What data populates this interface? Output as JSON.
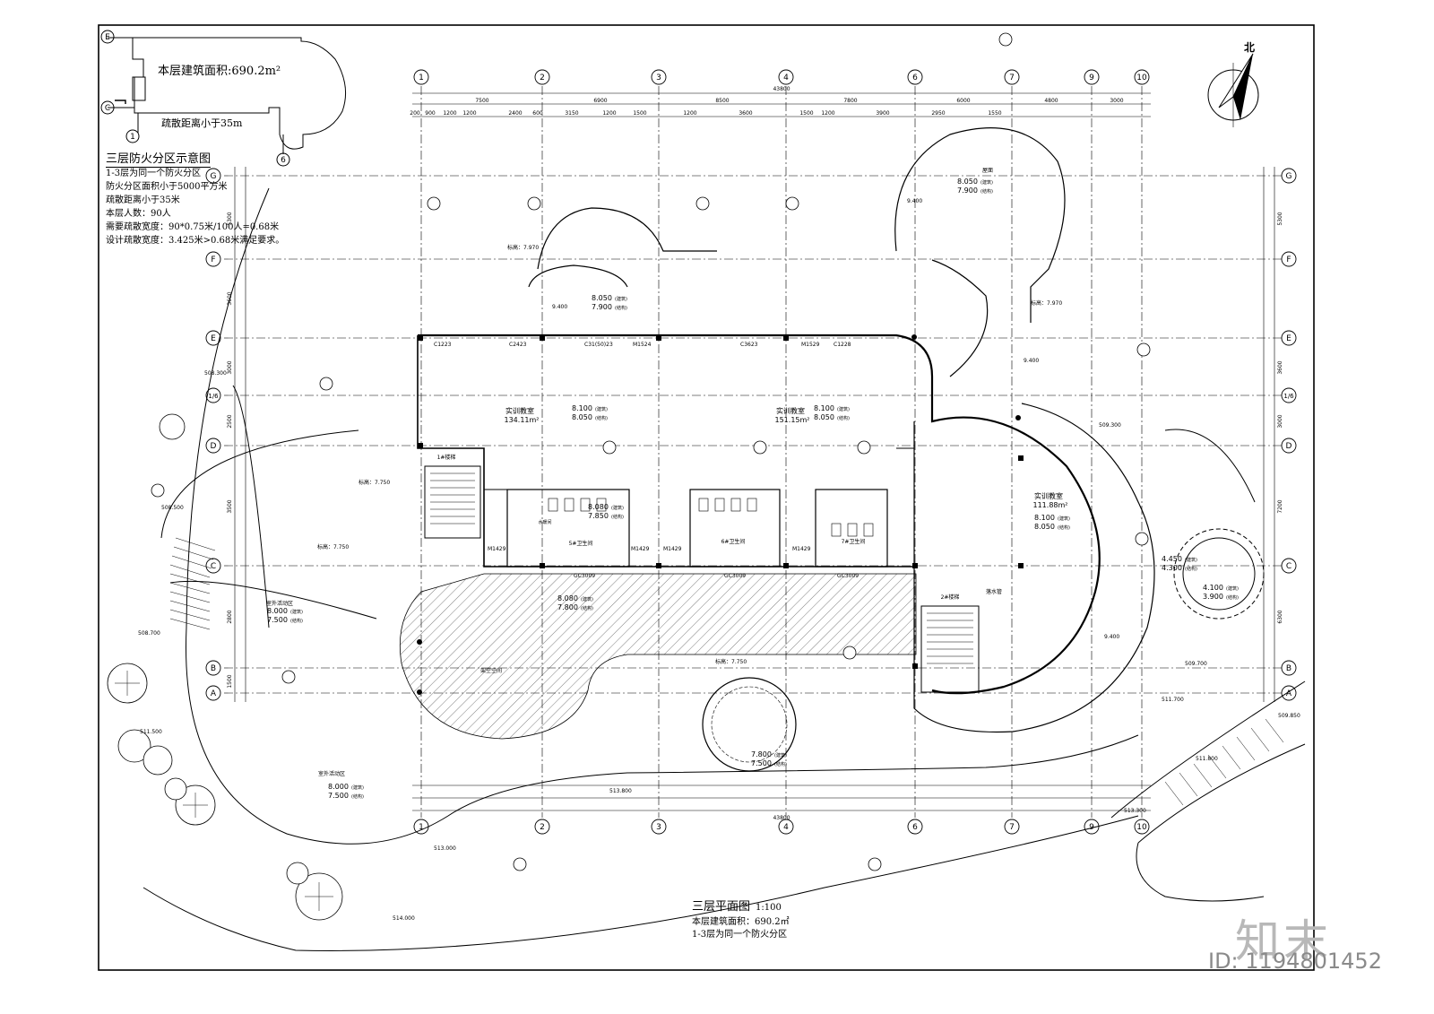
{
  "key_plan": {
    "area_label": "本层建筑面积:690.2m²",
    "distance_label": "疏散距离小于35m",
    "axes": [
      "E",
      "C",
      "1",
      "6"
    ]
  },
  "fire_legend": {
    "title": "三层防火分区示意图",
    "notes": [
      "1-3层为同一个防火分区",
      "防火分区面积小于5000平方米",
      "疏散距离小于35米",
      "本层人数：90人",
      "需要疏散宽度：90*0.75米/100人=0.68米",
      "设计疏散宽度：3.425米>0.68米满足要求。"
    ]
  },
  "north": "北",
  "grid": {
    "columns": [
      "1",
      "2",
      "3",
      "4",
      "6",
      "7",
      "9",
      "10"
    ],
    "rows": [
      "G",
      "F",
      "E",
      "1/6",
      "D",
      "C",
      "B",
      "A"
    ],
    "top_dims_lvl1": [
      "7500",
      "6900",
      "8500",
      "7800",
      "6000",
      "4800",
      "3000"
    ],
    "total_width": "43800",
    "top_dims_lvl2": [
      "200",
      "900",
      "1200",
      "1200",
      "2400",
      "600",
      "3150",
      "1200",
      "1500",
      "1200",
      "3600",
      "1500",
      "1200",
      "3900",
      "2950",
      "1550"
    ],
    "left_dims": [
      "5300",
      "3600",
      "3000",
      "2500",
      "3500",
      "2800",
      "1500"
    ],
    "right_dims": [
      "5300",
      "3600",
      "3000",
      "7200",
      "6300"
    ]
  },
  "rooms": [
    {
      "name": "实训教室",
      "area": "134.11m²"
    },
    {
      "name": "实训教室",
      "area": "151.15m²"
    },
    {
      "name": "实训教室",
      "area": "111.88m²"
    },
    {
      "name": "5#卫生间"
    },
    {
      "name": "6#卫生间"
    },
    {
      "name": "7#卫生间"
    },
    {
      "name": "1#楼梯"
    },
    {
      "name": "2#楼梯"
    },
    {
      "name": "室外活动区"
    },
    {
      "name": "室外活动区"
    },
    {
      "name": "架空空间"
    },
    {
      "name": "屋面"
    },
    {
      "name": "水暖间"
    }
  ],
  "elevations": [
    {
      "arch": "8.100",
      "struct": "8.050",
      "tag_a": "(建筑)",
      "tag_b": "(结构)"
    },
    {
      "arch": "8.100",
      "struct": "8.050",
      "tag_a": "(建筑)",
      "tag_b": "(结构)"
    },
    {
      "arch": "8.100",
      "struct": "8.050",
      "tag_a": "(建筑)",
      "tag_b": "(结构)"
    },
    {
      "arch": "8.050",
      "struct": "7.900",
      "tag_a": "(建筑)",
      "tag_b": "(结构)"
    },
    {
      "arch": "8.050",
      "struct": "7.900",
      "tag_a": "(建筑)",
      "tag_b": "(结构)"
    },
    {
      "arch": "8.080",
      "struct": "7.850",
      "tag_a": "(建筑)",
      "tag_b": "(结构)"
    },
    {
      "arch": "8.080",
      "struct": "7.800",
      "tag_a": "(建筑)",
      "tag_b": "(结构)"
    },
    {
      "arch": "8.000",
      "struct": "7.500",
      "tag_a": "(建筑)",
      "tag_b": "(结构)"
    },
    {
      "arch": "8.000",
      "struct": "7.500",
      "tag_a": "(建筑)",
      "tag_b": "(结构)"
    },
    {
      "arch": "7.800",
      "struct": "7.500",
      "tag_a": "(建筑)",
      "tag_b": "(结构)"
    },
    {
      "arch": "4.450",
      "struct": "4.300",
      "tag_a": "(建筑)",
      "tag_b": "(结构)"
    },
    {
      "arch": "4.100",
      "struct": "3.900",
      "tag_a": "(建筑)",
      "tag_b": "(结构)"
    }
  ],
  "site_levels": [
    "508.300",
    "508.500",
    "508.700",
    "511.500",
    "513.000",
    "514.000",
    "513.300",
    "513.800",
    "511.700",
    "511.800",
    "509.850",
    "509.700",
    "509.300"
  ],
  "doors": [
    "C1223",
    "C2423",
    "C31(50)23",
    "C3623",
    "C1228",
    "M1529",
    "M1524",
    "M1429",
    "M1429",
    "M1429",
    "M1429",
    "GC3009",
    "GC3009",
    "GC3009"
  ],
  "misc_labels": [
    "标高：7.970",
    "标高：7.970",
    "标高：7.750",
    "标高：7.750",
    "标高：7.750",
    "9.400",
    "9.400",
    "9.400",
    "9.400",
    "落水管"
  ],
  "plan": {
    "title": "三层平面图",
    "scale": "1:100",
    "notes": [
      "本层建筑面积：690.2㎡",
      "1-3层为同一个防火分区"
    ]
  },
  "branding": {
    "logo": "知末",
    "id": "ID: 1194801452"
  }
}
